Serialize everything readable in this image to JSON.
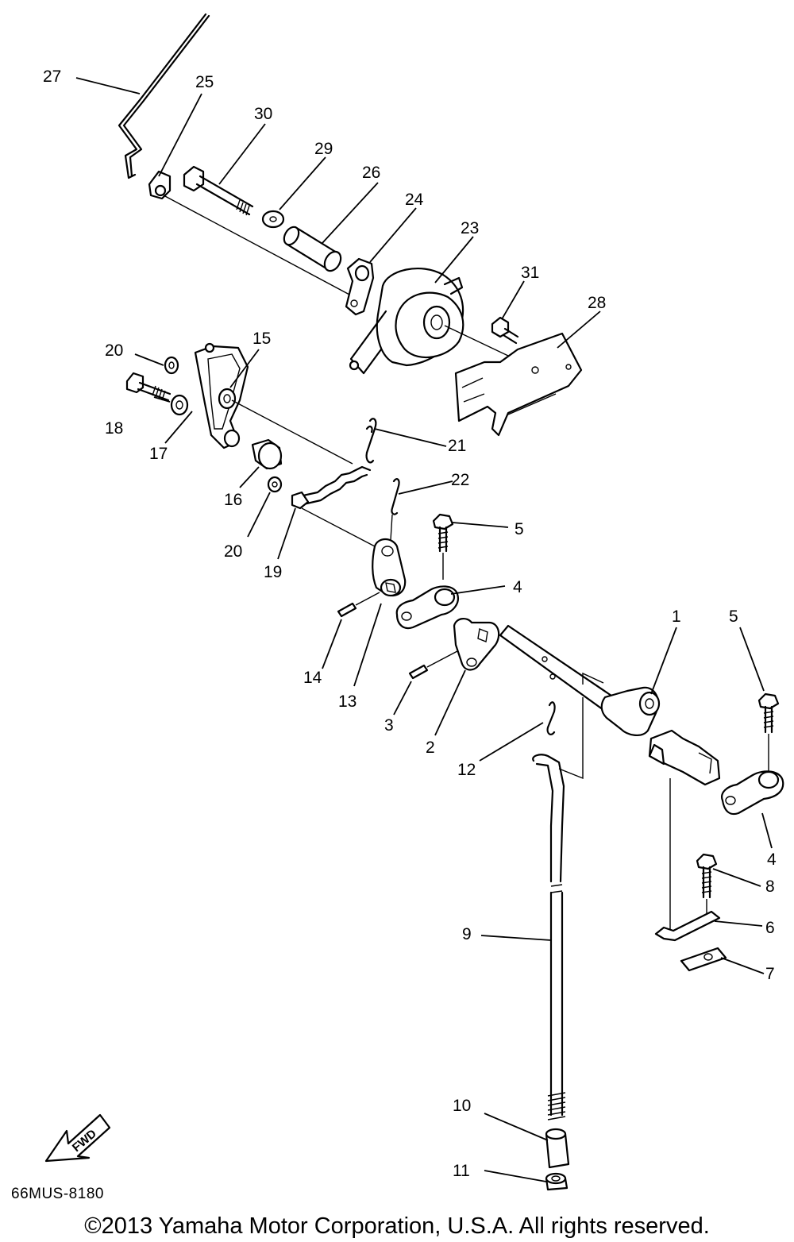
{
  "diagram": {
    "code": "66MUS-8180",
    "copyright": "©2013 Yamaha Motor Corporation, U.S.A. All rights reserved.",
    "fwd_label": "FWD",
    "callouts": {
      "c1": "1",
      "c2": "2",
      "c3": "3",
      "c4a": "4",
      "c4b": "4",
      "c5a": "5",
      "c5b": "5",
      "c6": "6",
      "c7": "7",
      "c8": "8",
      "c9": "9",
      "c10": "10",
      "c11": "11",
      "c12": "12",
      "c13": "13",
      "c14": "14",
      "c15": "15",
      "c16": "16",
      "c17": "17",
      "c18": "18",
      "c19": "19",
      "c20a": "20",
      "c20b": "20",
      "c21": "21",
      "c22": "22",
      "c23": "23",
      "c24": "24",
      "c25": "25",
      "c26": "26",
      "c27": "27",
      "c28": "28",
      "c29": "29",
      "c30": "30",
      "c31": "31"
    }
  }
}
